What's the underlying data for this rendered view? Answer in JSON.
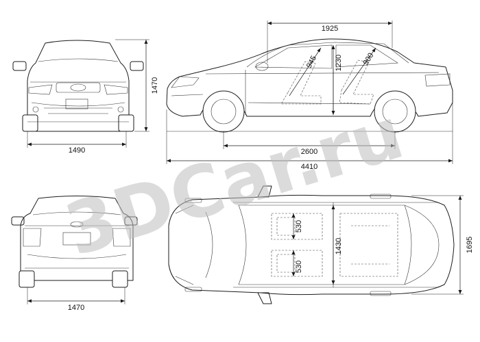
{
  "watermark": {
    "text": "3DCar.ru",
    "color": "#bdbdbd"
  },
  "dimensions": {
    "front_track": "1490",
    "front_height": "1470",
    "roof_length": "1925",
    "front_seat_headroom": "945",
    "interior_height": "1230",
    "rear_seat_headroom": "900",
    "wheelbase": "2600",
    "overall_length": "4410",
    "rear_track": "1470",
    "front_seat_width": "530",
    "rear_seat_width": "530",
    "interior_width": "1430",
    "overall_width": "1695"
  },
  "colors": {
    "line": "#1a1a1a",
    "background": "#ffffff"
  }
}
